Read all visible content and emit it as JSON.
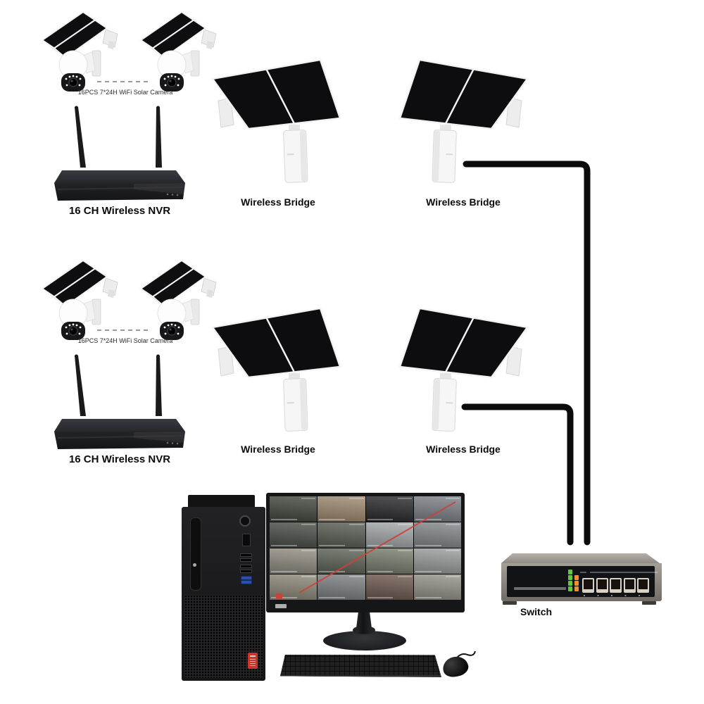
{
  "labels": {
    "solar_camera_group": "16PCS 7*24H WiFi Solar Camera",
    "nvr": "16 CH Wireless NVR",
    "bridge": "Wireless Bridge",
    "switch": "Switch"
  },
  "colors": {
    "connection_line": "#0b0b0b",
    "solar_panel": "#0e0e10",
    "led_green": "#5fc83c",
    "led_orange": "#ee9132",
    "lenovo_badge_red": "#c6362c",
    "monitor_alert_line": "#cd4237"
  },
  "monitor": {
    "grid": {
      "rows": 4,
      "cols": 4
    },
    "feed_colors": [
      "#44483f",
      "#a08b70",
      "#2a2a2d",
      "#7d8287",
      "#4b4e48",
      "#5a5d55",
      "#a6a9ab",
      "#85898c",
      "#928e83",
      "#5f6457",
      "#78816f",
      "#9b9f9e",
      "#8d897a",
      "#7e8184",
      "#6e5a50",
      "#97948b"
    ]
  }
}
